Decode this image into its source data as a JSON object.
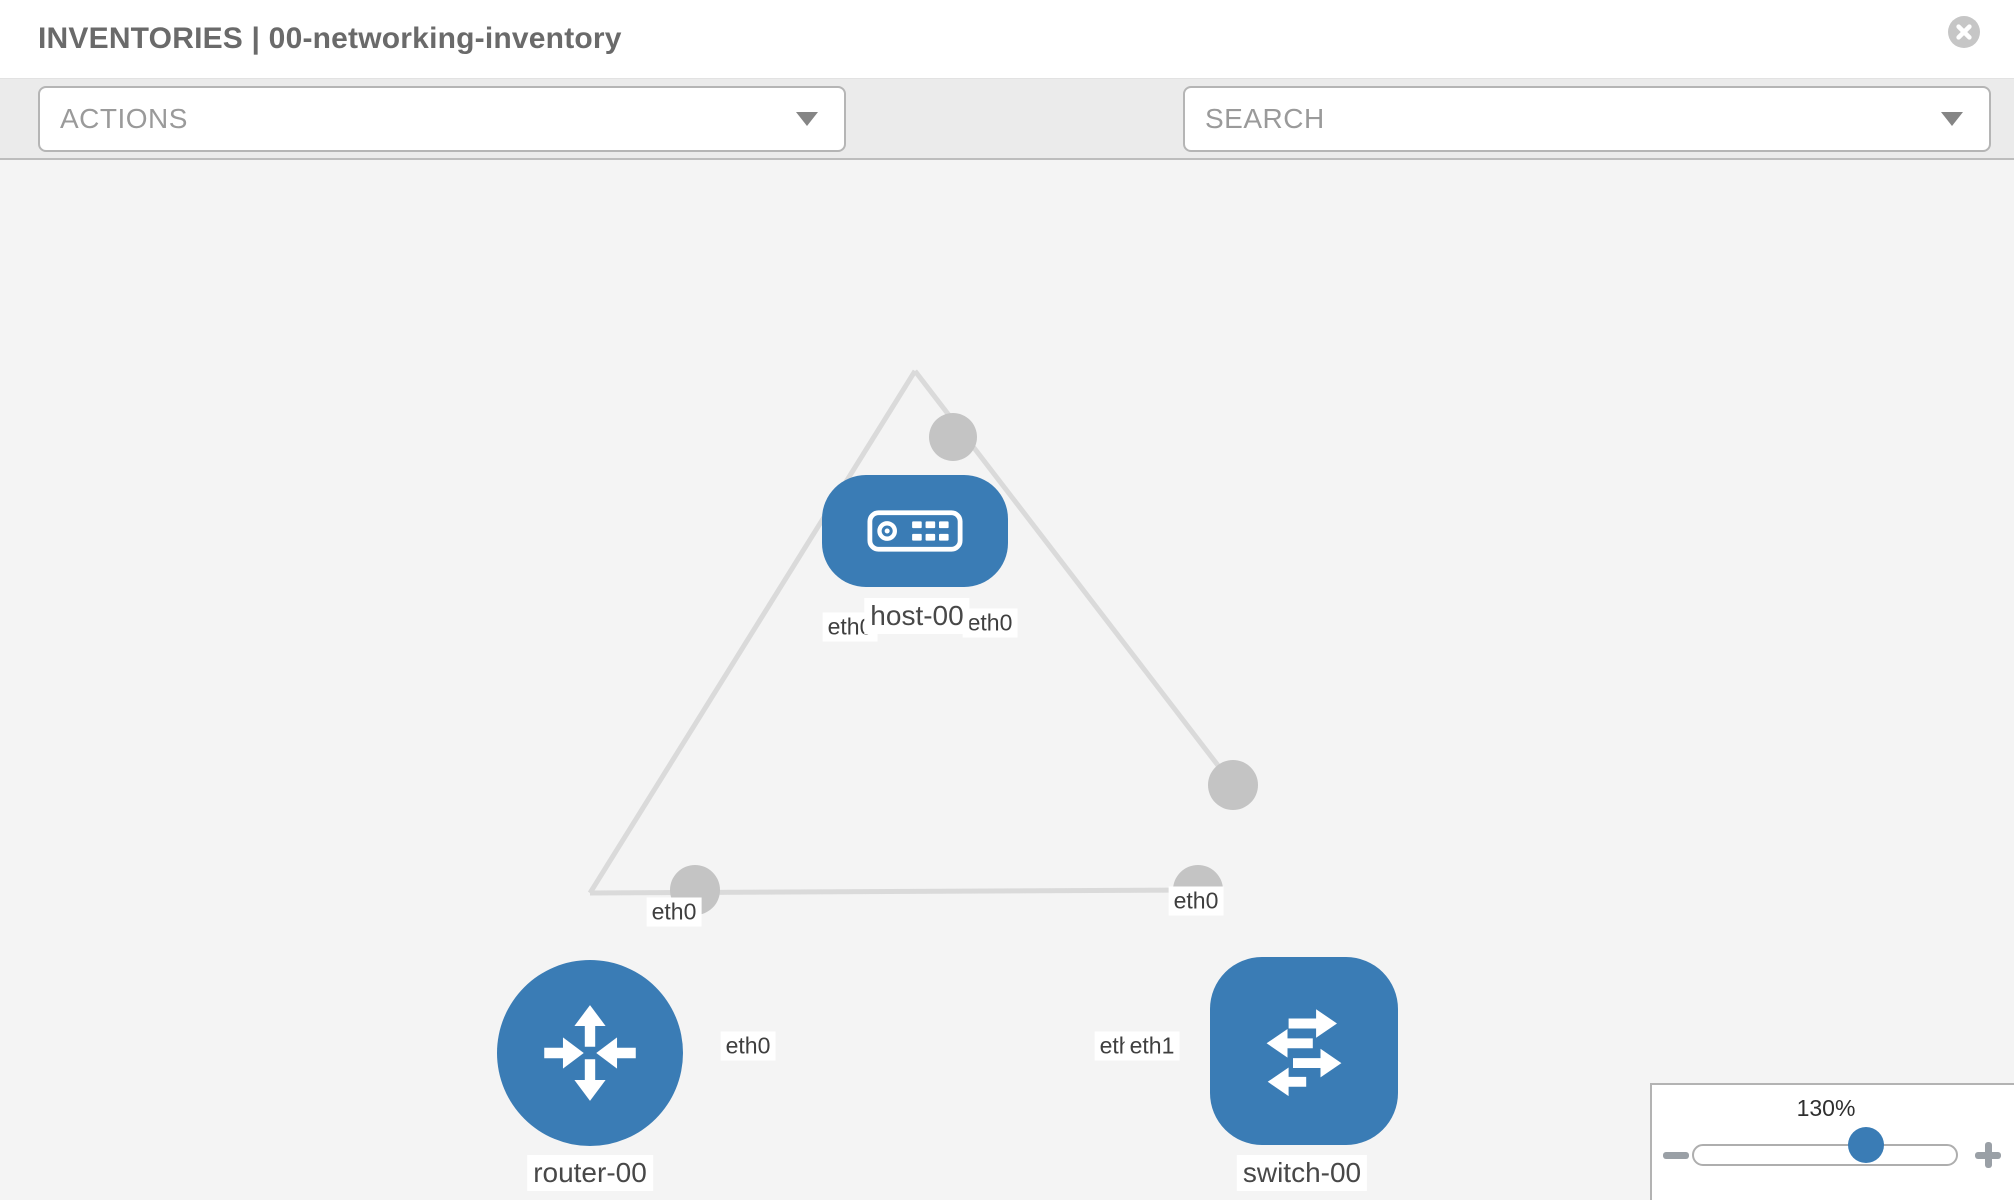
{
  "window": {
    "title": "INVENTORIES | 00-networking-inventory"
  },
  "toolbar": {
    "actions_dropdown": {
      "label": "ACTIONS"
    },
    "search_dropdown": {
      "label": "SEARCH"
    },
    "tool_icons": [
      "wrench-icon",
      "key-icon"
    ]
  },
  "canvas": {
    "nodes": [
      {
        "id": "host-00",
        "label": "host-00",
        "type": "host"
      },
      {
        "id": "router-00",
        "label": "router-00",
        "type": "router"
      },
      {
        "id": "switch-00",
        "label": "switch-00",
        "type": "switch"
      }
    ],
    "links": [
      {
        "source": "host-00",
        "target": "router-00",
        "source_interface": "eth0",
        "target_interface": "eth0"
      },
      {
        "source": "host-00",
        "target": "switch-00",
        "source_interface": "eth0",
        "target_interface": "eth0"
      },
      {
        "source": "router-00",
        "target": "switch-00",
        "source_interface": "eth0",
        "target_interface": "eth1"
      }
    ],
    "eth_labels": [
      {
        "text": "eth0",
        "link": "host-00 to router-00",
        "end": "host-00"
      },
      {
        "text": "eth0",
        "link": "host-00 to switch-00",
        "end": "host-00"
      },
      {
        "text": "eth0",
        "link": "host-00 to router-00",
        "end": "router-00"
      },
      {
        "text": "eth0",
        "link": "host-00 to switch-00",
        "end": "switch-00"
      },
      {
        "text": "eth0",
        "link": "router-00 to switch-00",
        "end": "router-00"
      },
      {
        "text": "eth0",
        "link": "router-00 to switch-00",
        "end": "switch-00",
        "note": "partially covered by eth1 label"
      },
      {
        "text": "eth1",
        "link": "router-00 to switch-00",
        "end": "switch-00"
      }
    ]
  },
  "zoom_control": {
    "level": "130%"
  },
  "colors": {
    "node_blue": "#3a7cb5",
    "link_gray": "#dadada",
    "endpoint_gray": "#c4c4c4",
    "toolbar_gray": "#ebebeb",
    "canvas_gray": "#f4f4f4"
  }
}
